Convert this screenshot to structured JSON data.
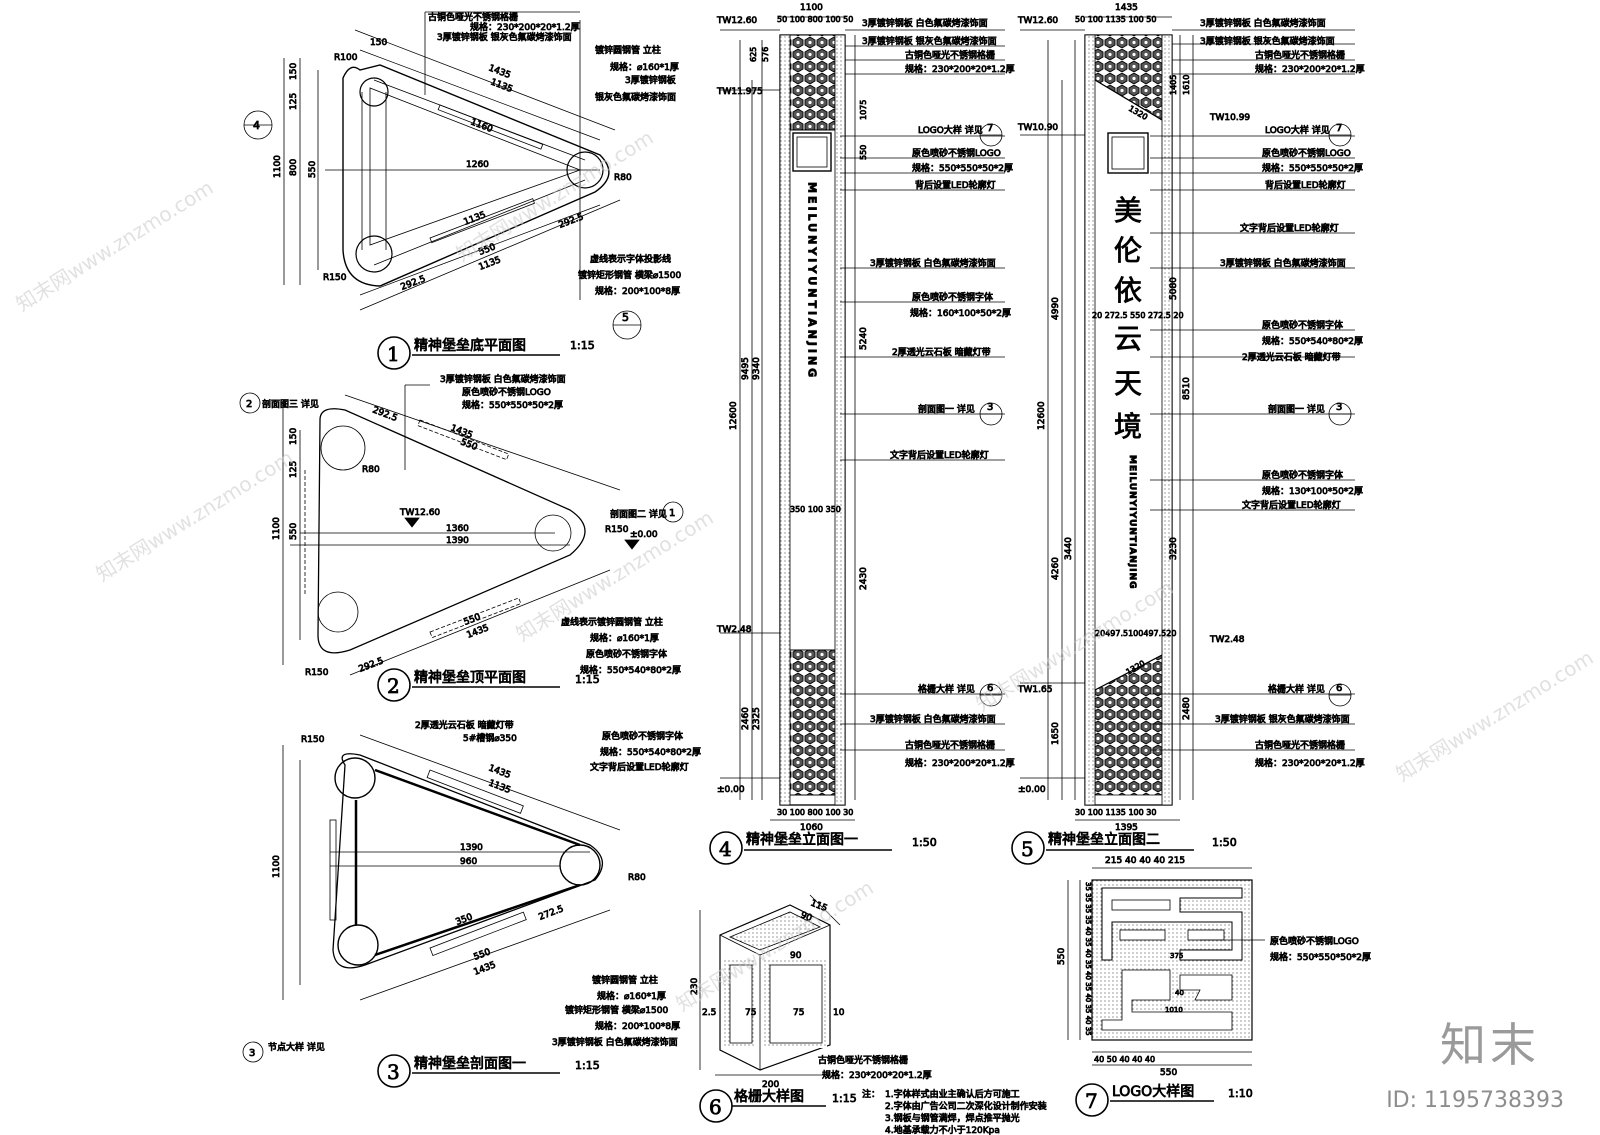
{
  "views": {
    "v1": {
      "num": "1",
      "title": "精神堡垒底平面图",
      "scale": "1:15"
    },
    "v2": {
      "num": "2",
      "title": "精神堡垒顶平面图",
      "scale": "1:15"
    },
    "v3": {
      "num": "3",
      "title": "精神堡垒剖面图一",
      "scale": "1:15"
    },
    "v4": {
      "num": "4",
      "title": "精神堡垒立面图一",
      "scale": "1:50"
    },
    "v5": {
      "num": "5",
      "title": "精神堡垒立面图二",
      "scale": "1:50"
    },
    "v6": {
      "num": "6",
      "title": "格栅大样图",
      "scale": "1:15"
    },
    "v7": {
      "num": "7",
      "title": "LOGO大样图",
      "scale": "1:10"
    }
  },
  "plan1": {
    "n1": "古铜色哑光不锈钢格栅",
    "n2": "规格：230*200*20*1.2厚",
    "n3": "3厚镀锌钢板 银灰色氟碳烤漆饰面",
    "n4": "镀锌圆钢管 立柱",
    "n5": "规格：⌀160*1厚",
    "n6": "3厚镀锌钢板",
    "n7": "银灰色氟碳烤漆饰面",
    "n8": "虚线表示字体投影线",
    "n9": "镀锌矩形钢管 横梁⌀1500",
    "n10": "规格：200*100*8厚",
    "d1": "1435",
    "d2": "1135",
    "d3": "1160",
    "d4": "1260",
    "d5": "1135",
    "d6": "550",
    "d7": "1135",
    "d8": "292.5",
    "d9": "292.5",
    "d10": "1100",
    "d11": "800",
    "d12": "550",
    "d13": "125",
    "d14": "150",
    "d15": "R100",
    "d16": "R150",
    "d17": "150",
    "d18": "R80"
  },
  "plan2": {
    "n1": "3厚镀锌钢板 白色氟碳烤漆饰面",
    "n2": "原色喷砂不锈钢LOGO",
    "n3": "规格：550*550*50*2厚",
    "n4": "剖面图二 详见",
    "n5": "剖面图三 详见",
    "n6": "虚线表示镀锌圆钢管 立柱",
    "n7": "规格：⌀160*1厚",
    "n8": "原色喷砂不锈钢字体",
    "n9": "规格：550*540*80*2厚",
    "d1": "1435",
    "d2": "550",
    "d3": "292.5",
    "d4": "1360",
    "d5": "1390",
    "d6": "TW12.60",
    "d7": "R150",
    "d8": "±0.00",
    "d9": "1100",
    "d10": "550",
    "d11": "125",
    "d12": "150",
    "d13": "292.5",
    "d14": "1435",
    "d15": "550",
    "d16": "R80",
    "d17": "R150"
  },
  "sec1": {
    "n1": "2厚透光云石板 暗藏灯带",
    "n2": "5#槽钢⌀350",
    "n3": "原色喷砂不锈钢字体",
    "n4": "规格：550*540*80*2厚",
    "n5": "文字背后设置LED轮廓灯",
    "n6": "镀锌圆钢管 立柱",
    "n7": "规格：⌀160*1厚",
    "n8": "镀锌矩形钢管 横梁⌀1500",
    "n9": "规格：200*100*8厚",
    "n10": "3厚镀锌钢板 白色氟碳烤漆饰面",
    "n11": "节点大样 详见",
    "d1": "1435",
    "d2": "1135",
    "d3": "1390",
    "d4": "960",
    "d5": "350",
    "d6": "550",
    "d7": "1435",
    "d8": "272.5",
    "d9": "1100",
    "d10": "R150",
    "d11": "R80"
  },
  "elev1": {
    "tw1": "TW12.60",
    "tw2": "TW11.975",
    "tw3": "TW2.48",
    "tw4": "±0.00",
    "n1": "3厚镀锌钢板 白色氟碳烤漆饰面",
    "n2": "3厚镀锌钢板 银灰色氟碳烤漆饰面",
    "n3": "古铜色哑光不锈钢格栅",
    "n4": "规格：230*200*20*1.2厚",
    "n5": "LOGO大样 详见",
    "n6": "原色喷砂不锈钢LOGO",
    "n7": "规格：550*550*50*2厚",
    "n8": "背后设置LED轮廓灯",
    "n9": "3厚镀锌钢板 白色氟碳烤漆饰面",
    "n10": "原色喷砂不锈钢字体",
    "n11": "规格：160*100*50*2厚",
    "n12": "2厚透光云石板 暗藏灯带",
    "n13": "剖面图一 详见",
    "n14": "文字背后设置LED轮廓灯",
    "n15": "格栅大样 详见",
    "n16": "3厚镀锌钢板 白色氟碳烤漆饰面",
    "n17": "古铜色哑光不锈钢格栅",
    "n18": "规格：230*200*20*1.2厚",
    "top1": "1100",
    "top2": "50 100 800 100 50",
    "bot1": "30 100 800 100 30",
    "bot2": "1060",
    "h1": "12600",
    "h2": "9495",
    "h3": "9340",
    "h4": "5240",
    "h5": "2430",
    "h6": "2460",
    "h7": "2325",
    "h8": "625",
    "h9": "576",
    "h10": "1075",
    "h11": "550",
    "mid": "350 100 350",
    "letters": "MEILUNYIYUNTIANJING"
  },
  "elev2": {
    "tw1": "TW12.60",
    "tw2": "TW10.99",
    "tw3": "TW10.90",
    "tw4": "TW2.48",
    "tw5": "TW1.65",
    "tw6": "±0.00",
    "n1": "3厚镀锌钢板 白色氟碳烤漆饰面",
    "n2": "3厚镀锌钢板 银灰色氟碳烤漆饰面",
    "n3": "古铜色哑光不锈钢格栅",
    "n4": "规格：230*200*20*1.2厚",
    "n5": "LOGO大样 详见",
    "n6": "原色喷砂不锈钢LOGO",
    "n7": "规格：550*550*50*2厚",
    "n8": "背后设置LED轮廓灯",
    "n9": "文字背后设置LED轮廓灯",
    "n10": "3厚镀锌钢板 白色氟碳烤漆饰面",
    "n11": "原色喷砂不锈钢字体",
    "n12": "规格：550*540*80*2厚",
    "n13": "2厚透光云石板 暗藏灯带",
    "n14": "剖面图一 详见",
    "n15": "原色喷砂不锈钢字体",
    "n16": "规格：130*100*50*2厚",
    "n17": "文字背后设置LED轮廓灯",
    "n18": "格栅大样 详见",
    "n19": "3厚镀锌钢板 银灰色氟碳烤漆饰面",
    "n20": "古铜色哑光不锈钢格栅",
    "n21": "规格：230*200*20*1.2厚",
    "top1": "1435",
    "top2": "50 100 1135 100 50",
    "bot1": "30 100 1135 100 30",
    "bot2": "1395",
    "h1": "12600",
    "h2": "4990",
    "h3": "4260",
    "h4": "5080",
    "h5": "8510",
    "h6": "3230",
    "h7": "3440",
    "h8": "2480",
    "h9": "1650",
    "h10": "1405",
    "h11": "1610",
    "h12": "1320",
    "h13": "1320",
    "mid1": "20 272.5 550 272.5 20",
    "mid2": "20497.5100497.520",
    "big1": "美",
    "big2": "伦",
    "big3": "依",
    "big4": "云",
    "big5": "天",
    "big6": "境",
    "letters": "MEILUNYIYUNTIANJING"
  },
  "grid": {
    "d1": "115",
    "d2": "90",
    "d3": "90",
    "d4": "75",
    "d5": "75",
    "d6": "2.5",
    "d7": "10",
    "d8": "200",
    "d9": "230",
    "n1": "古铜色哑光不锈钢格栅",
    "n2": "规格：230*200*20*1.2厚"
  },
  "notes": {
    "t": "注：",
    "l1": "1.字体样式由业主确认后方可施工",
    "l2": "2.字体由广告公司二次深化设计制作安装",
    "l3": "3.钢板与钢管满焊，焊点推平抛光",
    "l4": "4.地基承载力不小于120Kpa"
  },
  "logo": {
    "top": "215   40 40 40   215",
    "left": "35 35 35 35 40 35 40 35 40 35 40 35 40 35",
    "h": "550",
    "bot1": "40 50 40 40 40",
    "bot2": "550",
    "d1": "375",
    "d2": "40",
    "d3": "1010",
    "n1": "原色喷砂不锈钢LOGO",
    "n2": "规格：550*550*50*2厚"
  },
  "refs": {
    "r2": "2",
    "r3": "3",
    "r4": "4",
    "r5": "5",
    "r6": "6",
    "r7": "7",
    "r1": "1"
  },
  "watermark": "知末网www.znzmo.com",
  "brand": "知末",
  "doc_id": "ID: 1195738393"
}
